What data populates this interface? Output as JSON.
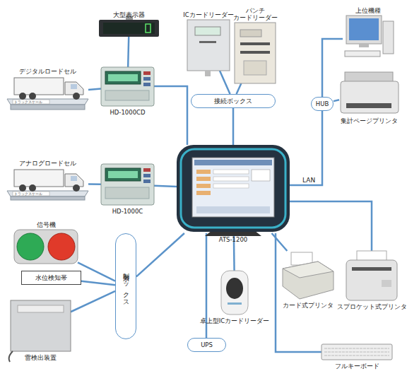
{
  "diagram": {
    "nodes": [
      {
        "text": [
          "大型表示器"
        ]
      },
      {
        "text": [
          "ICカードリーダー"
        ]
      },
      {
        "text": [
          "パンチ カードリーダー"
        ]
      },
      {
        "text": [
          "上位機種"
        ]
      },
      {
        "text": [
          "デジタルロードセル"
        ]
      },
      {
        "text": [
          "HD-1000CD"
        ]
      },
      {
        "text": [
          "接続ボックス"
        ]
      },
      {
        "text": [
          "HUB"
        ]
      },
      {
        "text": [
          "集計ページプリンタ"
        ]
      },
      {
        "text": [
          "アナログロードセル"
        ]
      },
      {
        "text": [
          "HD-1000C"
        ]
      },
      {
        "text": [
          "ATS-1200"
        ]
      },
      {
        "text": [
          "信号機"
        ]
      },
      {
        "text": [
          "制御ボックス"
        ]
      },
      {
        "text": [
          "水位検知帯"
        ]
      },
      {
        "text": [
          "カード式プリンタ"
        ]
      },
      {
        "text": [
          "スプロケット式プリンタ"
        ]
      },
      {
        "text": [
          "卓上型ICカードリーダー"
        ]
      },
      {
        "text": [
          "雷検出装置"
        ]
      },
      {
        "text": [
          "UPS"
        ]
      },
      {
        "text": [
          "フルキーボード"
        ]
      }
    ],
    "edges": [
      {
        "from": 0,
        "to": 5,
        "arrow": "none"
      },
      {
        "from": 4,
        "to": 5,
        "arrow": "none"
      },
      {
        "from": 1,
        "to": 6,
        "arrow": "none"
      },
      {
        "from": 2,
        "to": 6,
        "arrow": "none"
      },
      {
        "from": 5,
        "to": 11,
        "arrow": "none"
      },
      {
        "from": 6,
        "to": 11,
        "arrow": "none"
      },
      {
        "from": 9,
        "to": 10,
        "arrow": "none"
      },
      {
        "from": 10,
        "to": 11,
        "arrow": "none"
      },
      {
        "from": 12,
        "to": 13,
        "arrow": "none"
      },
      {
        "from": 14,
        "to": 13,
        "arrow": "none"
      },
      {
        "from": 18,
        "to": 13,
        "arrow": "none"
      },
      {
        "from": 13,
        "to": 11,
        "arrow": "none"
      },
      {
        "from": 7,
        "to": 3,
        "arrow": "none"
      },
      {
        "from": 7,
        "to": 8,
        "arrow": "none"
      },
      {
        "from": 11,
        "to": 7,
        "label": "LAN",
        "arrow": "none"
      },
      {
        "from": 11,
        "to": 17,
        "arrow": "none"
      },
      {
        "from": 11,
        "to": 19,
        "arrow": "none"
      },
      {
        "from": 11,
        "to": 15,
        "arrow": "none"
      },
      {
        "from": 11,
        "to": 16,
        "arrow": "none"
      },
      {
        "from": 11,
        "to": 20,
        "arrow": "none"
      }
    ],
    "labels": [
      "トラックスケール",
      "トラックスケール"
    ]
  }
}
